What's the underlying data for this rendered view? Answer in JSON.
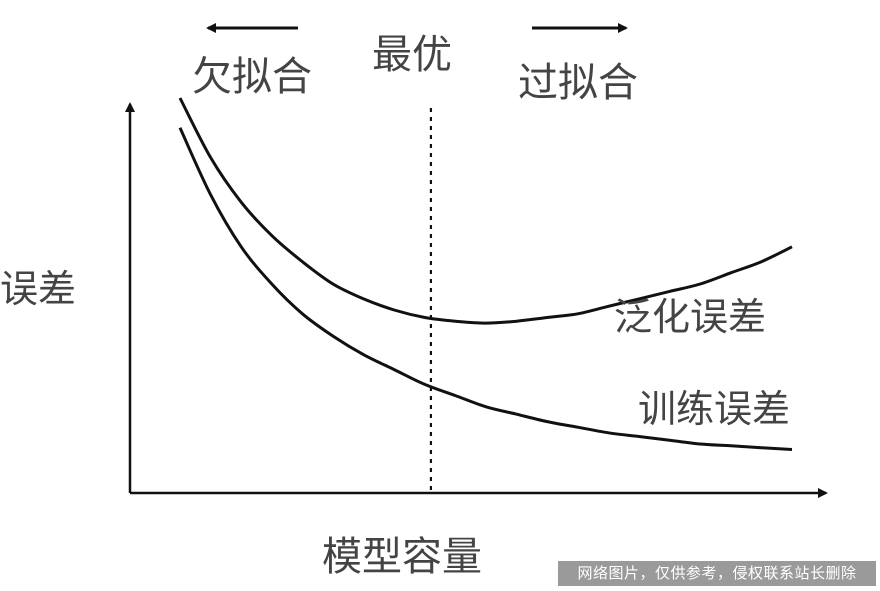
{
  "chart_data": {
    "type": "line",
    "title": "",
    "xlabel": "模型容量",
    "ylabel": "误差",
    "grid": false,
    "x_range": [
      0,
      1
    ],
    "y_range": [
      0,
      1
    ],
    "series": [
      {
        "name": "泛化误差",
        "x": [
          0.0,
          0.05,
          0.1,
          0.15,
          0.2,
          0.25,
          0.3,
          0.35,
          0.4,
          0.45,
          0.5,
          0.55,
          0.6,
          0.65,
          0.7,
          0.75,
          0.8,
          0.85,
          0.9,
          0.95,
          1.0
        ],
        "values": [
          1.0,
          0.84,
          0.72,
          0.63,
          0.56,
          0.5,
          0.46,
          0.43,
          0.41,
          0.4,
          0.395,
          0.4,
          0.41,
          0.42,
          0.44,
          0.46,
          0.48,
          0.5,
          0.53,
          0.56,
          0.6
        ]
      },
      {
        "name": "训练误差",
        "x": [
          0.0,
          0.05,
          0.1,
          0.15,
          0.2,
          0.25,
          0.3,
          0.35,
          0.4,
          0.45,
          0.5,
          0.55,
          0.6,
          0.65,
          0.7,
          0.75,
          0.8,
          0.85,
          0.9,
          0.95,
          1.0
        ],
        "values": [
          0.92,
          0.74,
          0.6,
          0.5,
          0.42,
          0.36,
          0.31,
          0.27,
          0.23,
          0.2,
          0.17,
          0.15,
          0.13,
          0.115,
          0.1,
          0.09,
          0.08,
          0.07,
          0.065,
          0.06,
          0.055
        ]
      }
    ],
    "optimal_x": 0.41,
    "annotations": {
      "underfit": "欠拟合",
      "optimal": "最优",
      "overfit": "过拟合"
    }
  },
  "watermark": "网络图片，仅供参考，侵权联系站长删除"
}
